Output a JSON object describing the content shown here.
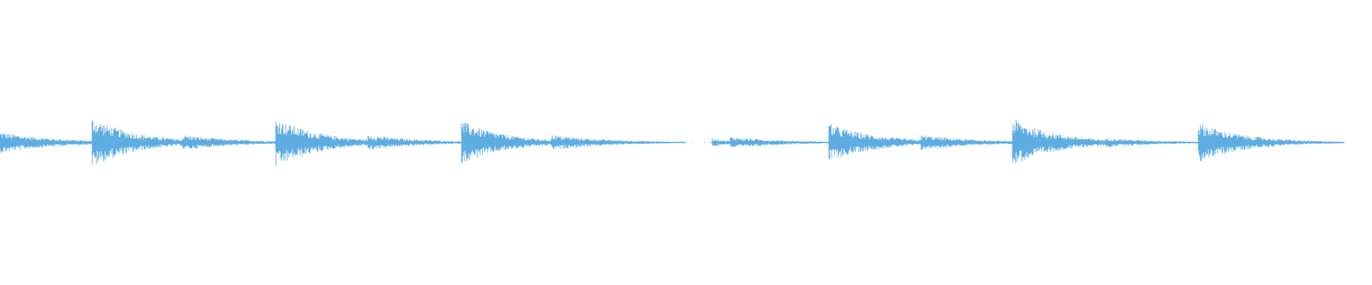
{
  "waveform": {
    "color": "#5dade2",
    "background": "#ffffff",
    "duration_fraction": 0.98,
    "hits": [
      {
        "start": 0.0,
        "amp": 0.22,
        "decay": 0.04
      },
      {
        "start": 0.067,
        "amp": 0.52,
        "decay": 0.032
      },
      {
        "start": 0.133,
        "amp": 0.16,
        "decay": 0.04
      },
      {
        "start": 0.201,
        "amp": 0.52,
        "decay": 0.032
      },
      {
        "start": 0.268,
        "amp": 0.16,
        "decay": 0.04
      },
      {
        "start": 0.336,
        "amp": 0.46,
        "decay": 0.032
      },
      {
        "start": 0.402,
        "amp": 0.16,
        "decay": 0.042
      },
      {
        "start": 0.519,
        "amp": 0.1,
        "decay": 0.012
      },
      {
        "start": 0.532,
        "amp": 0.12,
        "decay": 0.04
      },
      {
        "start": 0.604,
        "amp": 0.4,
        "decay": 0.034
      },
      {
        "start": 0.671,
        "amp": 0.16,
        "decay": 0.04
      },
      {
        "start": 0.738,
        "amp": 0.5,
        "decay": 0.032
      },
      {
        "start": 0.795,
        "amp": 0.08,
        "decay": 0.014
      },
      {
        "start": 0.806,
        "amp": 0.1,
        "decay": 0.04
      },
      {
        "start": 0.873,
        "amp": 0.42,
        "decay": 0.034
      }
    ],
    "silence_gaps": [
      [
        0.5,
        0.518
      ]
    ]
  }
}
